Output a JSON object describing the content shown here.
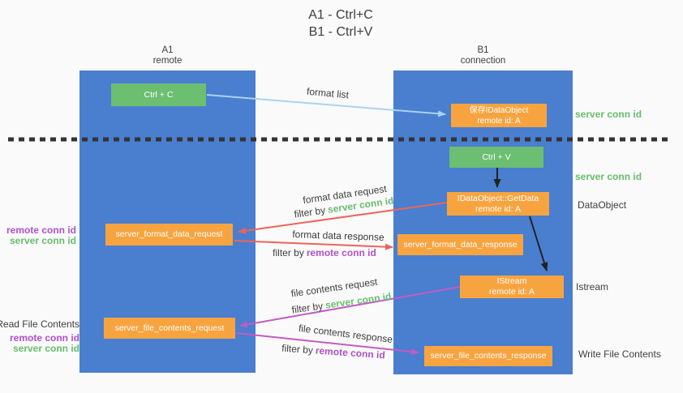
{
  "colors": {
    "background": "#fafafa",
    "lane_blue": "#4a7ecf",
    "box_green": "#6cbe70",
    "box_orange": "#f7a440",
    "box_text": "#ffffff",
    "arrow_blue": "#a9d3f2",
    "arrow_red": "#ec655b",
    "arrow_magenta": "#c45ac5",
    "arrow_black": "#222222",
    "dotted_line": "#333333",
    "text_dark": "#3e3e3e",
    "text_green": "#67bd6b",
    "text_purple": "#b050c8"
  },
  "title": {
    "line1": "A1 - Ctrl+C",
    "line2": "B1 - Ctrl+V"
  },
  "lanes": {
    "left": {
      "header_top": "A1",
      "header_bottom": "remote"
    },
    "right": {
      "header_top": "B1",
      "header_bottom": "connection"
    }
  },
  "boxes": {
    "ctrl_c": "Ctrl + C",
    "ctrl_v": "Ctrl + V",
    "save_idataobject": {
      "line1": "保存IDataObject",
      "line2": "remote id: A"
    },
    "idataobject_getdata": {
      "line1": "IDataObject::GetData",
      "line2": "remote id: A"
    },
    "istream": {
      "line1": "IStream",
      "line2": "remote id: A"
    },
    "server_format_data_request": "server_format_data_request",
    "server_format_data_response": "server_format_data_response",
    "server_file_contents_request": "server_file_contents_request",
    "server_file_contents_response": "server_file_contents_response"
  },
  "arrow_labels": {
    "format_list": "format list",
    "format_data_request": "format data request",
    "format_data_response": "format data response",
    "file_contents_request": "file contents request",
    "file_contents_response": "file contents response",
    "filter_by": "filter by",
    "server_conn_id": "server conn id",
    "remote_conn_id": "remote conn id"
  },
  "side_labels": {
    "right_server_conn_id_top": "server conn id",
    "right_server_conn_id_mid": "server conn id",
    "right_dataobject": "DataObject",
    "right_istream": "Istream",
    "right_write_file_contents": "Write File Contents",
    "left_remote_conn_id_mid": "remote conn id",
    "left_server_conn_id_mid": "server conn id",
    "left_read_file_contents": "Read File Contents",
    "left_remote_conn_id_bottom": "remote conn id",
    "left_server_conn_id_bottom": "server conn id"
  }
}
